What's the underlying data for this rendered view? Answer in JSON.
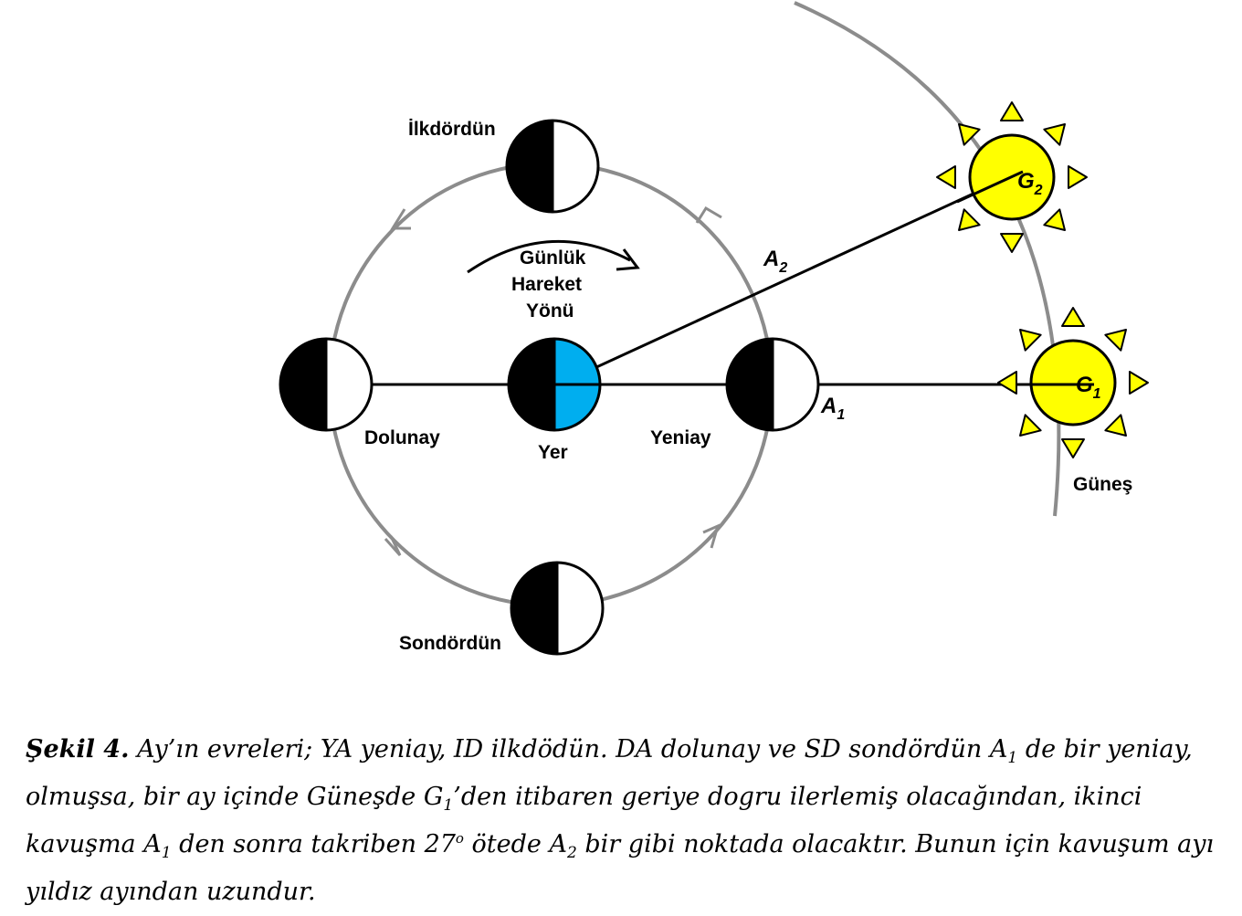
{
  "labels": {
    "first_quarter": "İlkdördün",
    "last_quarter": "Sondördün",
    "full_moon": "Dolunay",
    "new_moon": "Yeniay",
    "earth": "Yer",
    "daily_motion_1": "Günlük",
    "daily_motion_2": "Hareket",
    "daily_motion_3": "Yönü",
    "sun": "Güneş",
    "a1": "A",
    "a1_sub": "1",
    "a2": "A",
    "a2_sub": "2",
    "g1": "G",
    "g1_sub": "1",
    "g2": "G",
    "g2_sub": "2"
  },
  "caption": {
    "figure_label": "Şekil 4.",
    "t1": " Ay’ın evreleri; YA yeniay, ID ilkdödün. DA dolunay ve SD sondördün A",
    "t1_sub": "1",
    "t2": " de bir yeniay, olmuşsa, bir ay içinde Güneşde G",
    "t2_sub": "1",
    "t3": "’den itibaren geriye dogru ilerlemiş olacağından, ikinci kavuşma A",
    "t3_sub": "1",
    "t4": " den sonra takriben 27",
    "t4_sup": "o",
    "t5": " ötede A",
    "t5_sub": "2",
    "t6": " bir gibi noktada olacaktır. Bunun için kavuşum ayı yıldız ayından uzundur."
  },
  "colors": {
    "orbit": "#8c8c8c",
    "earth_day_side": "#00aeef",
    "sun_fill": "#ffff00",
    "moon_dark": "#000000",
    "moon_light": "#ffffff"
  }
}
